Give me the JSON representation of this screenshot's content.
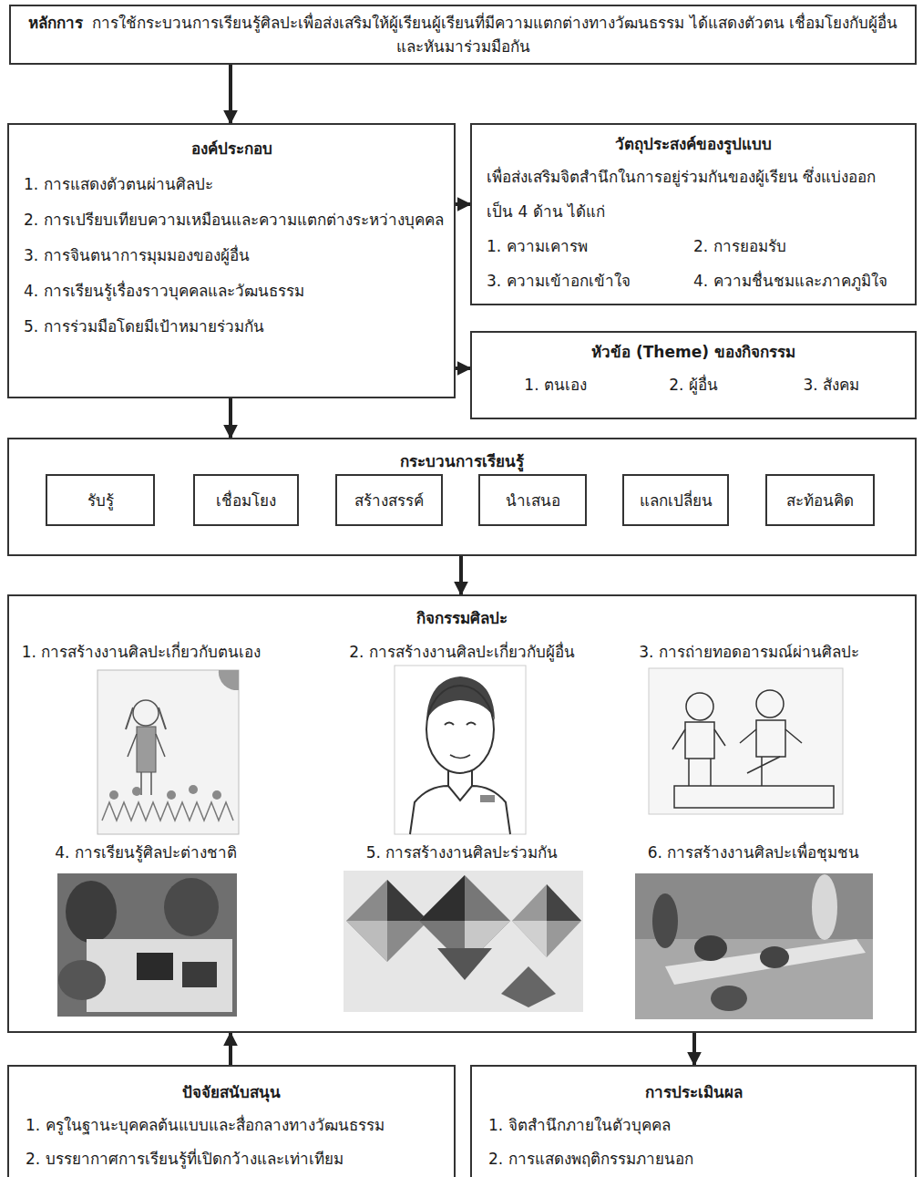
{
  "diagram": {
    "nodes": [
      {
        "text": [
          "หลักการ",
          "การใช้กระบวนการเรียนรู้ศิลปะเพื่อส่งเสริมให้ผู้เรียนผู้เรียนที่มีความแตกต่างทางวัฒนธรรม ได้แสดงตัวตน เชื่อมโยงกับผู้อื่น และหันมาร่วมมือกัน"
        ]
      },
      {
        "text": [
          "องค์ประกอบ",
          "1. การแสดงตัวตนผ่านศิลปะ",
          "2. การเปรียบเทียบความเหมือนและความแตกต่างระหว่างบุคคล",
          "3. การจินตนาการมุมมองของผู้อื่น",
          "4. การเรียนรู้เรื่องราวบุคคลและวัฒนธรรม",
          "5. การร่วมมือโดยมีเป้าหมายร่วมกัน"
        ]
      },
      {
        "text": [
          "วัตถุประสงค์ของรูปแบบ",
          "เพื่อส่งเสริมจิตสำนึกในการอยู่ร่วมกันของผู้เรียน ซึ่งแบ่งออกเป็น 4 ด้าน ได้แก่",
          "1. ความเคารพ",
          "2. การยอมรับ",
          "3. ความเข้าอกเข้าใจ",
          "4. ความชื่นชมและภาคภูมิใจ"
        ]
      },
      {
        "text": [
          "หัวข้อ (Theme) ของกิจกรรม",
          "1. ตนเอง",
          "2. ผู้อื่น",
          "3. สังคม"
        ]
      },
      {
        "text": [
          "กระบวนการเรียนรู้"
        ]
      },
      {
        "text": [
          "รับรู้"
        ],
        "in": 4
      },
      {
        "text": [
          "เชื่อมโยง"
        ],
        "in": 4
      },
      {
        "text": [
          "สร้างสรรค์"
        ],
        "in": 4
      },
      {
        "text": [
          "นำเสนอ"
        ],
        "in": 4
      },
      {
        "text": [
          "แลกเปลี่ยน"
        ],
        "in": 4
      },
      {
        "text": [
          "สะท้อนคิด"
        ],
        "in": 4
      },
      {
        "text": [
          "กิจกรรมศิลปะ",
          "1. การสร้างงานศิลปะเกี่ยวกับตนเอง",
          "2. การสร้างงานศิลปะเกี่ยวกับผู้อื่น",
          "3. การถ่ายทอดอารมณ์ผ่านศิลปะ",
          "4. การเรียนรู้ศิลปะต่างชาติ",
          "5. การสร้างงานศิลปะร่วมกัน",
          "6. การสร้างงานศิลปะเพื่อชุมชน"
        ]
      },
      {
        "text": [
          "ปัจจัยสนับสนุน",
          "1. ครูในฐานะบุคคลต้นแบบและสื่อกลางทางวัฒนธรรม",
          "2. บรรยากาศการเรียนรู้ที่เปิดกว้างและเท่าเทียม"
        ]
      },
      {
        "text": [
          "การประเมินผล",
          "1. จิตสำนึกภายในตัวบุคคล",
          "2. การแสดงพฤติกรรมภายนอก"
        ]
      }
    ],
    "edges": [
      {
        "from": 0,
        "to": 1,
        "arrow": "to"
      },
      {
        "from": 1,
        "to": 2,
        "arrow": "to"
      },
      {
        "from": 1,
        "to": 3,
        "arrow": "to"
      },
      {
        "from": 1,
        "to": 4,
        "arrow": "to"
      },
      {
        "from": 5,
        "to": 6,
        "arrow": "to"
      },
      {
        "from": 6,
        "to": 7,
        "arrow": "to"
      },
      {
        "from": 7,
        "to": 8,
        "arrow": "to"
      },
      {
        "from": 8,
        "to": 9,
        "arrow": "to"
      },
      {
        "from": 9,
        "to": 10,
        "arrow": "to"
      },
      {
        "from": 4,
        "to": 11,
        "arrow": "to"
      },
      {
        "from": 12,
        "to": 11,
        "arrow": "to"
      },
      {
        "from": 11,
        "to": 13,
        "arrow": "to"
      }
    ]
  }
}
